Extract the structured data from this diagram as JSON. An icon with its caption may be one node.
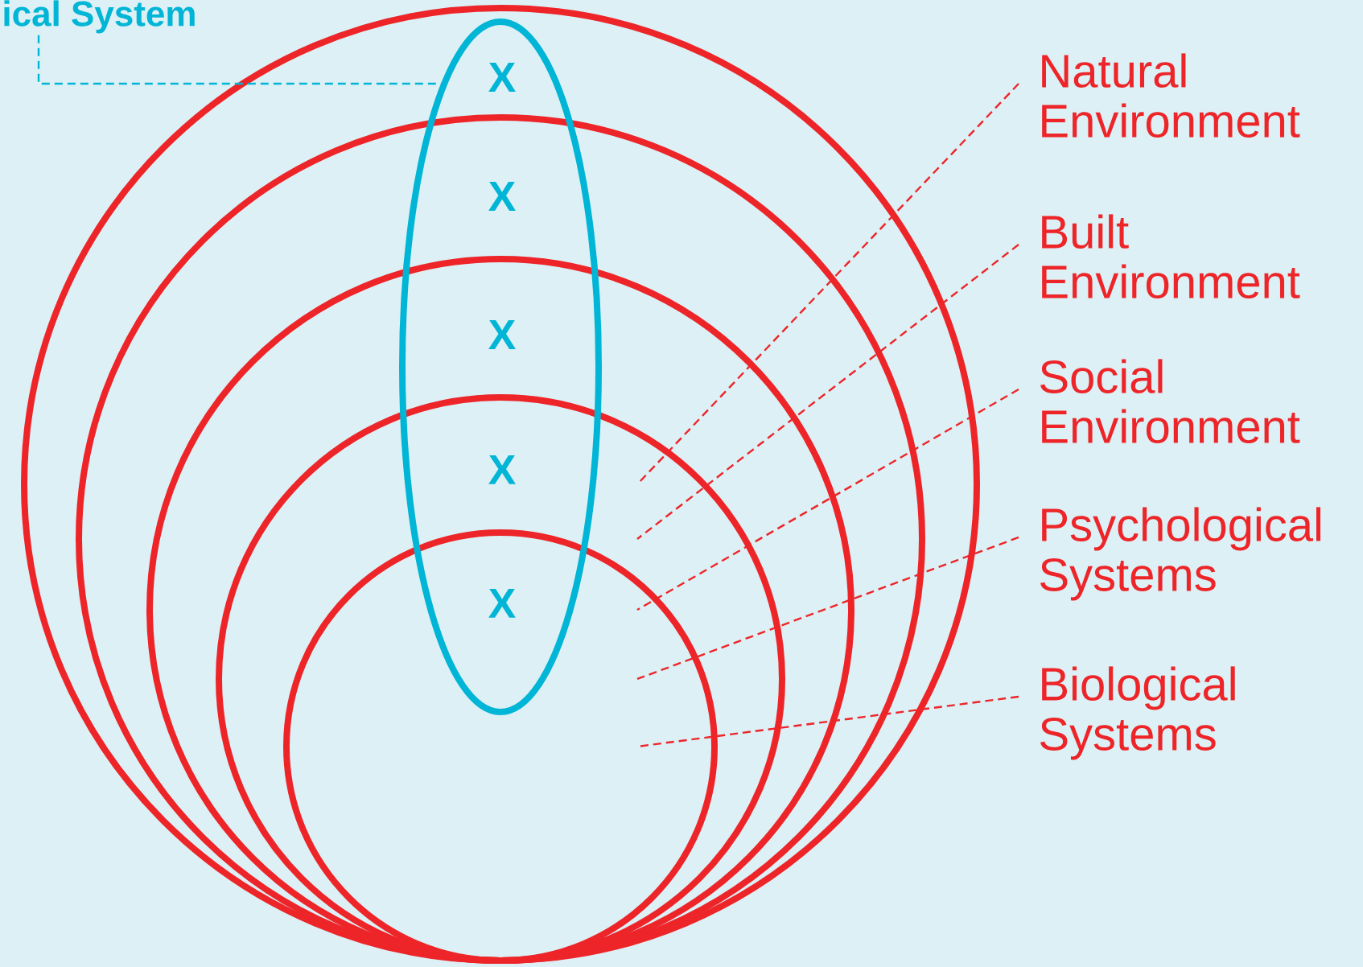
{
  "diagram": {
    "nodes": [
      {
        "text": [
          "ical System"
        ]
      },
      {
        "text": [],
        "shape": "circle"
      },
      {
        "text": [],
        "shape": "circle",
        "in": 1
      },
      {
        "text": [],
        "shape": "circle",
        "in": 2
      },
      {
        "text": [],
        "shape": "circle",
        "in": 3
      },
      {
        "text": [],
        "shape": "circle",
        "in": 4
      },
      {
        "text": [
          "X",
          "X",
          "X",
          "X",
          "X"
        ],
        "in": 1
      },
      {
        "text": [
          "Natural Environment"
        ]
      },
      {
        "text": [
          "Built Environment"
        ]
      },
      {
        "text": [
          "Social Environment"
        ]
      },
      {
        "text": [
          "Psychological Systems"
        ]
      },
      {
        "text": [
          "Biological Systems"
        ]
      }
    ],
    "edges": [
      {
        "from": 0,
        "to": 6,
        "arrow": "none",
        "style": "dashed",
        "color": "#00b5d6"
      },
      {
        "from": 7,
        "to": 1,
        "arrow": "none",
        "style": "dashed"
      },
      {
        "from": 8,
        "to": 2,
        "arrow": "none",
        "style": "dashed"
      },
      {
        "from": 9,
        "to": 3,
        "arrow": "none",
        "style": "dashed"
      },
      {
        "from": 10,
        "to": 4,
        "arrow": "none",
        "style": "dashed"
      },
      {
        "from": 11,
        "to": 5,
        "arrow": "none",
        "style": "dashed"
      }
    ]
  }
}
